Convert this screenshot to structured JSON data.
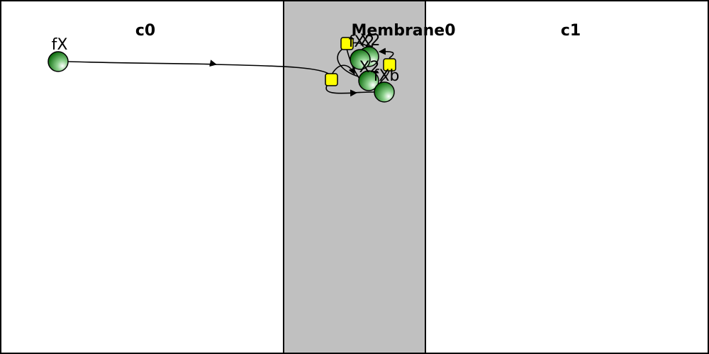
{
  "compartments": {
    "left": {
      "label": "c0",
      "fill": "#ffffff"
    },
    "membrane": {
      "label": "Membrane0",
      "fill": "#c0c0c0"
    },
    "right": {
      "label": "c1",
      "fill": "#ffffff"
    }
  },
  "species": {
    "fx": {
      "label": "fX"
    },
    "x2": {
      "label": "X2"
    },
    "fxb": {
      "label": "fXb"
    },
    "fx2": {
      "label": "fX2"
    },
    "x2b": {
      "label": "X2"
    }
  },
  "colors": {
    "species_fill": "#1f8a1f",
    "reaction_node": "#ffff00",
    "stroke": "#000000"
  }
}
